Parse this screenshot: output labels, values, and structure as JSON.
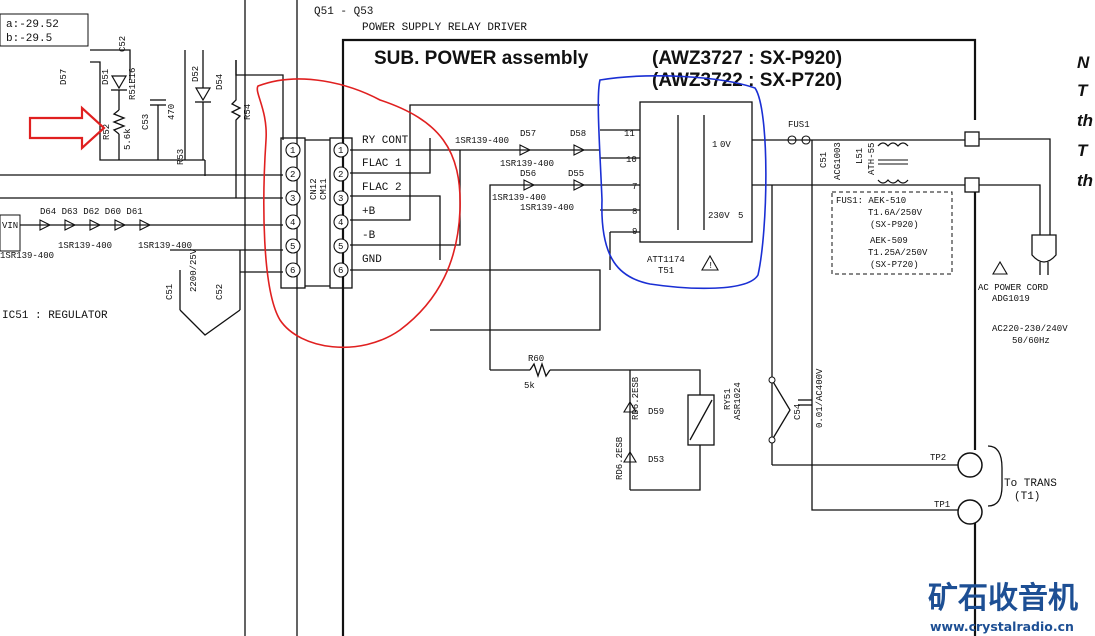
{
  "header": {
    "transistor_ref": "Q51 - Q53",
    "relay_driver_label": "POWER SUPPLY RELAY DRIVER"
  },
  "voltages": {
    "a": "a:-29.52",
    "b": "b:-29.5"
  },
  "assembly": {
    "title": "SUB. POWER assembly",
    "line1": "(AWZ3727 : SX-P920)",
    "line2": "(AWZ3722 : SX-P720)"
  },
  "connector": {
    "ref_cn": "CN12",
    "ref_cm": "CM11",
    "pins": [
      "1",
      "2",
      "3",
      "4",
      "5",
      "6"
    ],
    "right_pins": [
      "1",
      "2",
      "3",
      "4",
      "5",
      "6"
    ],
    "signals": [
      "RY CONT",
      "FLAC 1",
      "FLAC 2",
      "+B",
      "-B",
      "GND"
    ]
  },
  "left_parts": {
    "d57": "D57",
    "d51": "D51",
    "r51": "R51E16",
    "c52": "C52",
    "r52": "R52",
    "r52_val": "5.6k",
    "c53": "C53",
    "r53": "R53",
    "d52": "D52",
    "d54": "D54",
    "r54": "R54",
    "val_c53": "470",
    "diodes_row": "D64  D63  D62  D60  D61",
    "diode_type_a": "1SR139-400",
    "diode_type_b": "1SR139-400",
    "diode_type_c": "1SR139-400",
    "vin": "VIN",
    "c51": "C51",
    "c52b": "C52",
    "cap_val": "2200/25V",
    "ic_label": "IC51 : REGULATOR"
  },
  "bridge": {
    "d57": "D57",
    "d58": "D58",
    "d56": "D56",
    "d55": "D55",
    "type1": "1SR139-400",
    "type2": "1SR139-400",
    "type3": "1SR139-400",
    "type4": "1SR139-400"
  },
  "transformer": {
    "name": "ATT1174",
    "ref": "T51",
    "pins": [
      "11",
      "10",
      "7",
      "8",
      "9"
    ],
    "tap_0v": "0V",
    "tap_230v": "230V",
    "tap_0_pin": "1",
    "tap_230_pin": "5"
  },
  "fuse_box": {
    "fus1": "FUS1",
    "line1": "FUS1: AEK-510",
    "line2": "T1.6A/250V",
    "line3": "(SX-P920)",
    "line4": "AEK-509",
    "line5": "T1.25A/250V",
    "line6": "(SX-P720)"
  },
  "filter": {
    "c51": "C51",
    "c51_val": "ACG1003",
    "l51": "L51",
    "l51_val": "ATH-55"
  },
  "power": {
    "cord_label": "AC POWER CORD",
    "cord_part": "ADG1019",
    "mains_label": "AC220-230/240V",
    "freq": "50/60Hz"
  },
  "relay": {
    "r60": "R60",
    "r60_val": "5k",
    "d59": "D59",
    "d59_type": "RD6.2ESB",
    "d53": "D53",
    "d53_type": "RD6.2ESB",
    "ry51": "RY51",
    "ry51_part": "ASR1024",
    "c54": "C54",
    "c54_val": "0.01/AC400V"
  },
  "trans": {
    "tp2": "TP2",
    "tp1": "TP1",
    "to_label": "To TRANS",
    "t1": "(T1)"
  },
  "note": {
    "letters": [
      "N",
      "T",
      "th",
      "T",
      "th"
    ]
  },
  "watermark": {
    "chinese": "矿石收音机",
    "url": "www.crystalradio.cn"
  },
  "annotation_colors": {
    "red": "#e02020",
    "blue": "#1a2fd4",
    "brand": "#1d4f94"
  }
}
